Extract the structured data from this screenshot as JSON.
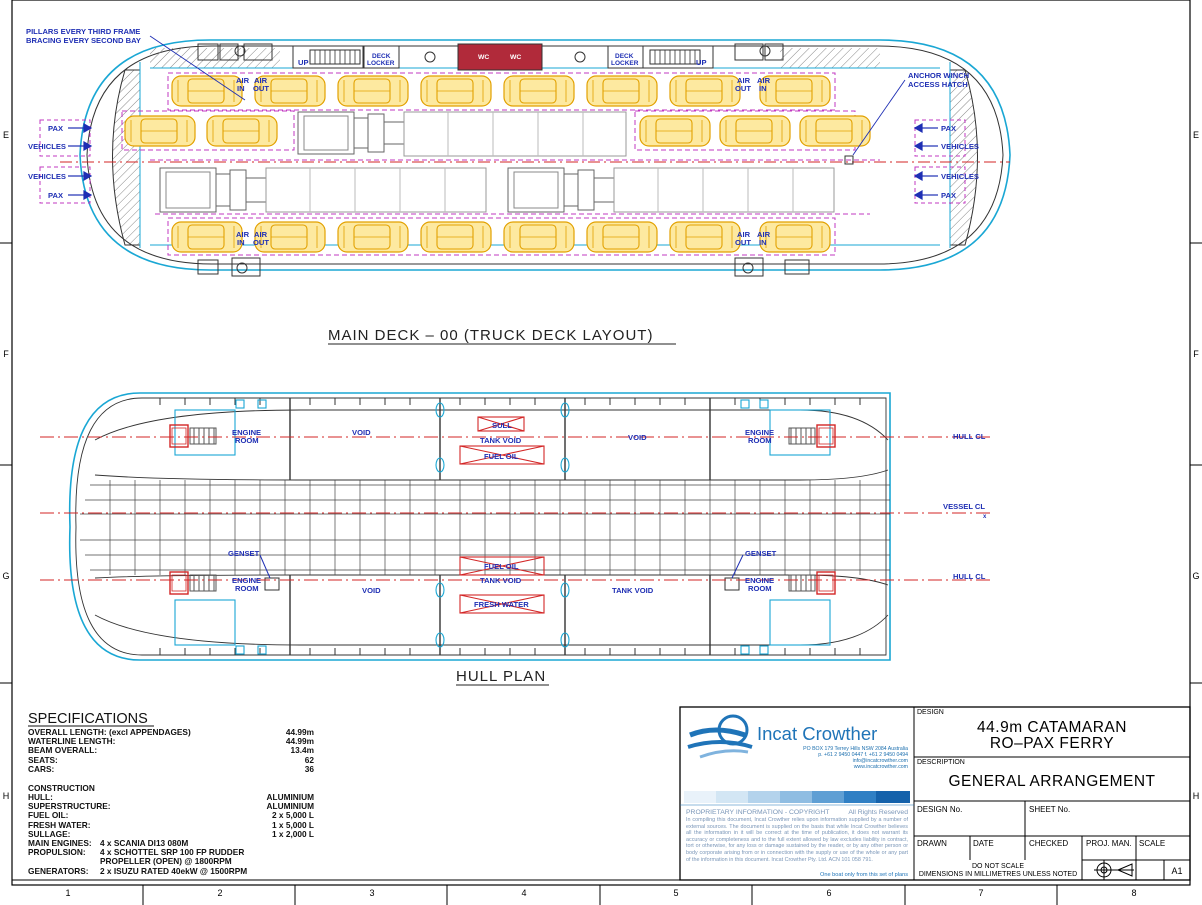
{
  "border": {
    "row_letters_left": [
      "E",
      "F",
      "G",
      "H"
    ],
    "row_letters_right": [
      "E",
      "F",
      "G",
      "H"
    ],
    "col_numbers": [
      "1",
      "2",
      "3",
      "4",
      "5",
      "6",
      "7",
      "8"
    ]
  },
  "main_deck": {
    "title": "MAIN DECK – 00 (TRUCK DECK LAYOUT)",
    "note_pillars": "PILLARS EVERY THIRD FRAME",
    "note_bracing": "BRACING EVERY SECOND BAY",
    "anchor_1": "ANCHOR WINCH",
    "anchor_2": "ACCESS HATCH",
    "pax": "PAX",
    "vehicles": "VEHICLES",
    "up": "UP",
    "deck": "DECK",
    "locker": "LOCKER",
    "wc": "WC",
    "air": "AIR",
    "in": "IN",
    "out": "OUT"
  },
  "hull_plan": {
    "title": "HULL PLAN",
    "engine": "ENGINE",
    "room": "ROOM",
    "void": "VOID",
    "sull": "SULL",
    "tank_void": "TANK VOID",
    "fuel_oil": "FUEL OIL",
    "fresh_water": "FRESH WATER",
    "genset": "GENSET",
    "hull_cl": "HULL CL",
    "vessel_cl": "VESSEL CL",
    "x": "x"
  },
  "specifications": {
    "heading": "SPECIFICATIONS",
    "rows_a": [
      {
        "label": "OVERALL LENGTH: (excl APPENDAGES)",
        "value": "44.99m"
      },
      {
        "label": "WATERLINE LENGTH:",
        "value": "44.99m"
      },
      {
        "label": "BEAM OVERALL:",
        "value": "13.4m"
      },
      {
        "label": "SEATS:",
        "value": "62"
      },
      {
        "label": "CARS:",
        "value": "36"
      }
    ],
    "construction": "CONSTRUCTION",
    "rows_b": [
      {
        "label": "HULL:",
        "value": "ALUMINIUM"
      },
      {
        "label": "SUPERSTRUCTURE:",
        "value": "ALUMINIUM"
      },
      {
        "label": "FUEL OIL:",
        "value": "2 x 5,000  L"
      },
      {
        "label": "FRESH WATER:",
        "value": "1 x 5,000  L"
      },
      {
        "label": "SULLAGE:",
        "value": "1 x 2,000  L"
      }
    ],
    "main_engines_label": "MAIN ENGINES:",
    "main_engines_value": "4 x SCANIA DI13 080M",
    "propulsion_label": "PROPULSION:",
    "propulsion_value": "4 x SCHOTTEL SRP 100 FP RUDDER",
    "propulsion_value2": "PROPELLER (OPEN) @ 1800RPM",
    "generators_label": "GENERATORS:",
    "generators_value": "2 x ISUZU RATED 40ekW @ 1500RPM"
  },
  "title_block": {
    "company": "Incat Crowther",
    "address_1": "PO BOX 179 Terrey Hills NSW 2084 Australia",
    "address_2": "p. +61 2 9450 0447   f. +61 2 9450 0494",
    "email": "info@incatcrowther.com",
    "web": "www.incatcrowther.com",
    "proprietary": "PROPRIETARY INFORMATION - COPYRIGHT",
    "rights": "All Rights Reserved",
    "disclaimer": "In compiling this document, Incat Crowther relies upon information supplied by a number of external sources. The document is supplied on the basis that while Incat Crowther believes all the information in it will be correct at the time of publication, it does not warrant its accuracy or completeness and to the full extent allowed by law excludes liability in contract, tort or otherwise, for any loss or damage sustained by the reader, or by any other person or body corporate arising from or in connection with the supply or use of the whole or any part of the information in this document. Incat Crowther Pty. Ltd. ACN 101 058 791.",
    "one_boat": "One boat only from this set of plans",
    "design_lbl": "DESIGN",
    "design_1": "44.9m  CATAMARAN",
    "design_2": "RO–PAX  FERRY",
    "description_lbl": "DESCRIPTION",
    "description": "GENERAL  ARRANGEMENT",
    "design_no": "DESIGN No.",
    "sheet_no": "SHEET No.",
    "drawn": "DRAWN",
    "date": "DATE",
    "checked": "CHECKED",
    "proj_man": "PROJ. MAN.",
    "scale": "SCALE",
    "do_not_scale": "DO NOT SCALE",
    "dims": "DIMENSIONS IN MILLIMETRES UNLESS NOTED",
    "size": "A1"
  },
  "colors": {
    "hull_outline": "#1aa7d4",
    "centerline": "#d32626",
    "lanes": "#c238c2",
    "car": "#f6b700",
    "text_blue": "#1f2fb4",
    "logo_blue": "#1f74b8"
  }
}
